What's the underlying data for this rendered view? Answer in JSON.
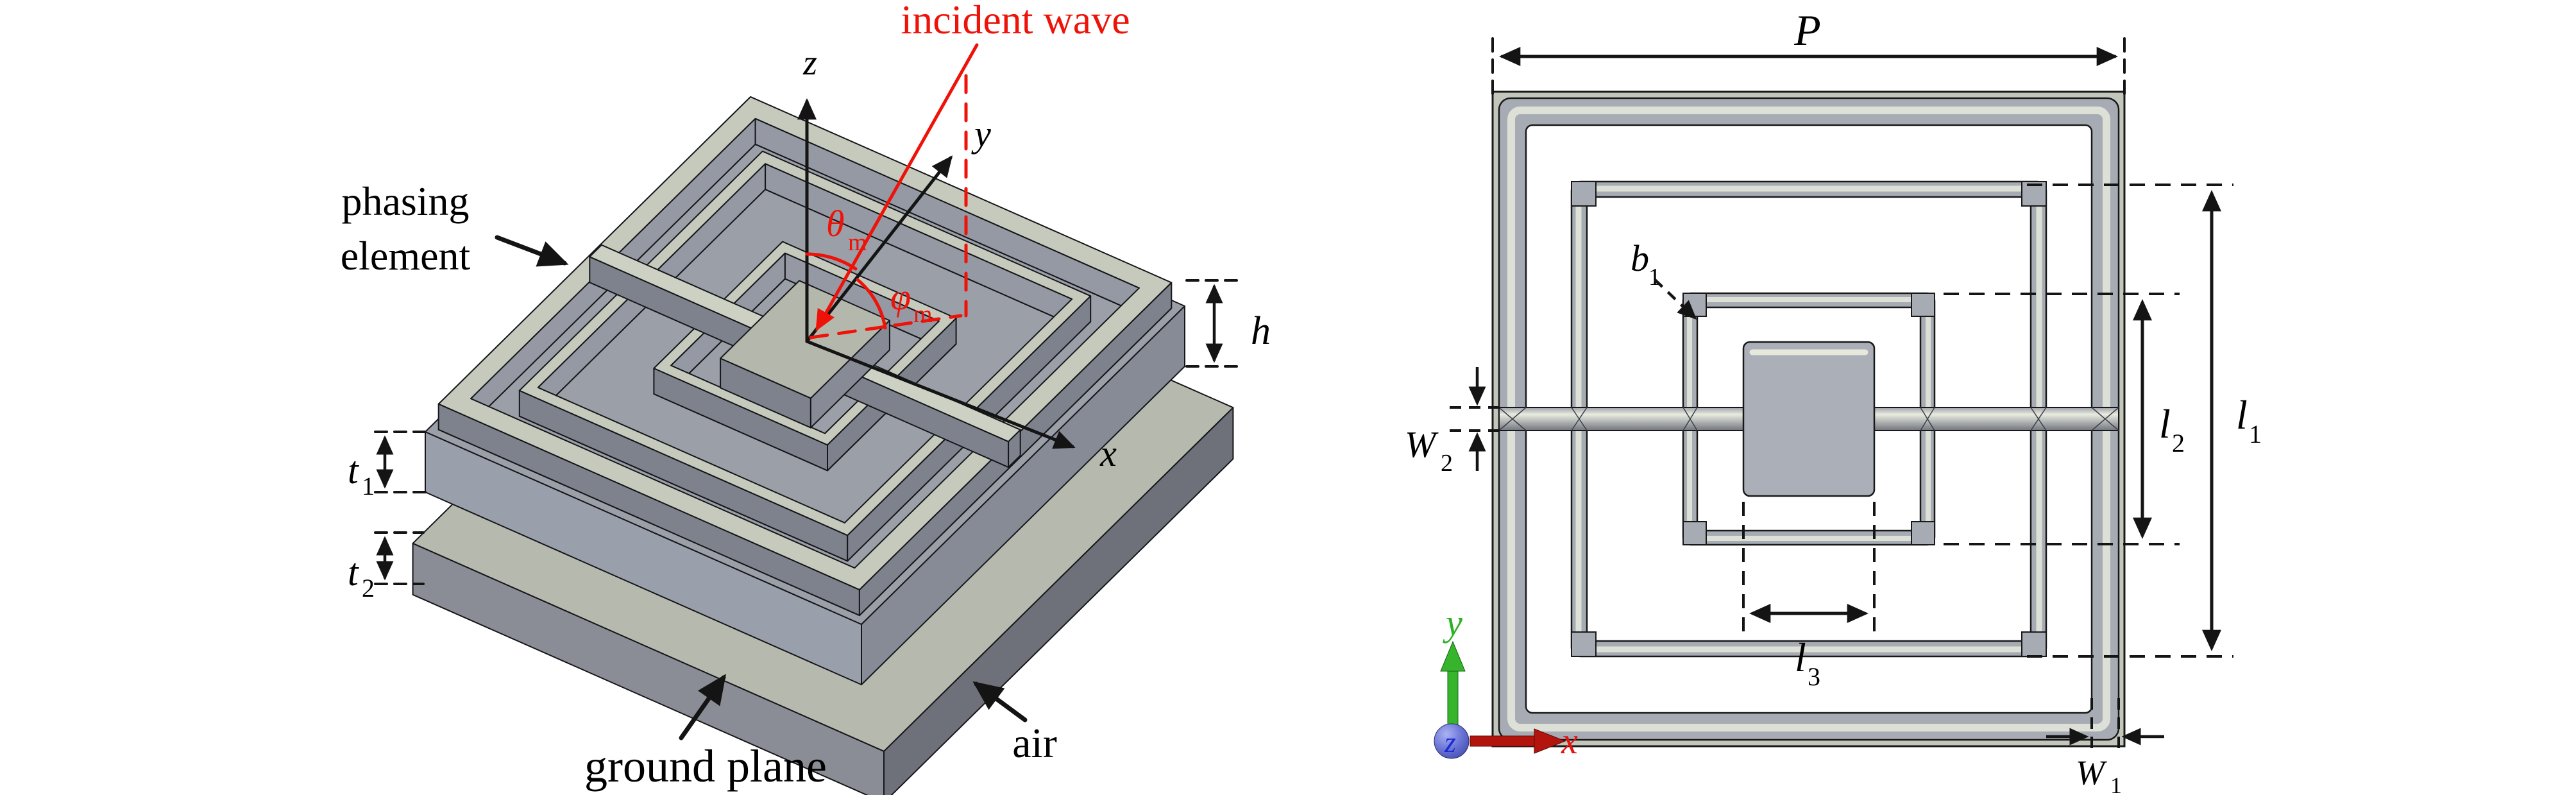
{
  "figure": {
    "left_view": {
      "incident_wave": "incident wave",
      "phasing_line1": "phasing",
      "phasing_line2": "element",
      "ground_plane": "ground plane",
      "air": "air",
      "axis_z": "z",
      "axis_y": "y",
      "axis_x": "x",
      "theta_main": "θ",
      "theta_sub": "m",
      "phi_main": "φ",
      "phi_sub": "m",
      "h_label": "h",
      "t1_main": "t",
      "t1_sub": "1",
      "t2_main": "t",
      "t2_sub": "2"
    },
    "right_view": {
      "P_label": "P",
      "b1_main": "b",
      "b1_sub": "1",
      "l1_main": "l",
      "l1_sub": "1",
      "l2_main": "l",
      "l2_sub": "2",
      "l3_main": "l",
      "l3_sub": "3",
      "W1_main": "W",
      "W1_sub": "1",
      "W2_main": "W",
      "W2_sub": "2",
      "axis_x": "x",
      "axis_y": "y",
      "axis_z": "z"
    },
    "colors": {
      "annotation_red": "#ee1209",
      "annotation_black": "#141414",
      "axis_green": "#36b42c",
      "axis_red": "#b3150e",
      "axis_blue": "#5c66cc",
      "outline": "#16161a",
      "ground_top": "#b6baae",
      "ground_front_left": "#8b8d96",
      "ground_front_right": "#6f717a",
      "sub_top": "#9ba0a8",
      "sub_front_left": "#9aa0ab",
      "sub_front_right": "#878b96",
      "ring_top": "#c6cabc",
      "ring_side": "#7e828d",
      "ring_inner": "#9499a3",
      "ring_base": "#62666f",
      "bar_top": "#cdd1c3",
      "patch_top": "#b4b8ac",
      "ring_2d": "#a7acb4",
      "ring_2d_highlight": "#dde0d6",
      "substrate_2d": "#c3c7bb",
      "patch_2d": "#abb0b8"
    }
  }
}
